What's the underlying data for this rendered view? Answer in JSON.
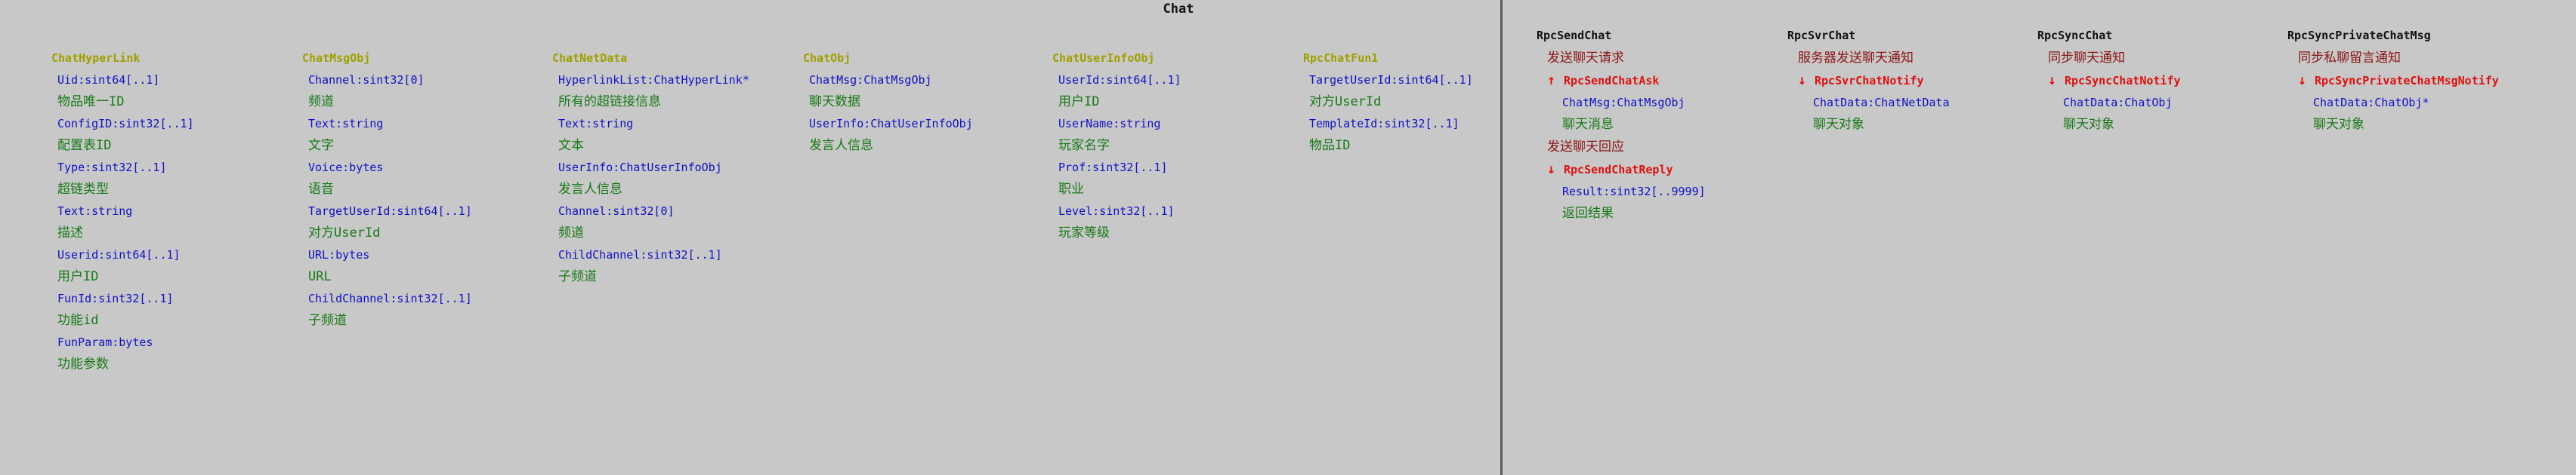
{
  "title": "Chat",
  "structs": [
    {
      "name": "ChatHyperLink",
      "fields": [
        {
          "type": "Uid:sint64[..1]",
          "desc": "物品唯一ID"
        },
        {
          "type": "ConfigID:sint32[..1]",
          "desc": "配置表ID"
        },
        {
          "type": "Type:sint32[..1]",
          "desc": "超链类型"
        },
        {
          "type": "Text:string",
          "desc": "描述"
        },
        {
          "type": "Userid:sint64[..1]",
          "desc": "用户ID"
        },
        {
          "type": "FunId:sint32[..1]",
          "desc": "功能id"
        },
        {
          "type": "FunParam:bytes",
          "desc": "功能参数"
        }
      ]
    },
    {
      "name": "ChatMsgObj",
      "fields": [
        {
          "type": "Channel:sint32[0]",
          "desc": "频道"
        },
        {
          "type": "Text:string",
          "desc": "文字"
        },
        {
          "type": "Voice:bytes",
          "desc": "语音"
        },
        {
          "type": "TargetUserId:sint64[..1]",
          "desc": "对方UserId"
        },
        {
          "type": "URL:bytes",
          "desc": "URL"
        },
        {
          "type": "ChildChannel:sint32[..1]",
          "desc": "子频道"
        }
      ]
    },
    {
      "name": "ChatNetData",
      "fields": [
        {
          "type": "HyperlinkList:ChatHyperLink*",
          "desc": "所有的超链接信息"
        },
        {
          "type": "Text:string",
          "desc": "文本"
        },
        {
          "type": "UserInfo:ChatUserInfoObj",
          "desc": "发言人信息"
        },
        {
          "type": "Channel:sint32[0]",
          "desc": "频道"
        },
        {
          "type": "ChildChannel:sint32[..1]",
          "desc": "子频道"
        }
      ]
    },
    {
      "name": "ChatObj",
      "fields": [
        {
          "type": "ChatMsg:ChatMsgObj",
          "desc": "聊天数据"
        },
        {
          "type": "UserInfo:ChatUserInfoObj",
          "desc": "发言人信息"
        }
      ]
    },
    {
      "name": "ChatUserInfoObj",
      "fields": [
        {
          "type": "UserId:sint64[..1]",
          "desc": "用户ID"
        },
        {
          "type": "UserName:string",
          "desc": "玩家名字"
        },
        {
          "type": "Prof:sint32[..1]",
          "desc": "职业"
        },
        {
          "type": "Level:sint32[..1]",
          "desc": "玩家等级"
        }
      ]
    },
    {
      "name": "RpcChatFun1",
      "fields": [
        {
          "type": "TargetUserId:sint64[..1]",
          "desc": "对方UserId"
        },
        {
          "type": "TemplateId:sint32[..1]",
          "desc": "物品ID"
        }
      ]
    }
  ],
  "rpcs": [
    {
      "name": "RpcSendChat",
      "items": [
        {
          "kind": "desc",
          "text": "发送聊天请求"
        },
        {
          "kind": "msg",
          "dir": "up",
          "text": "RpcSendChatAsk"
        },
        {
          "kind": "field",
          "type": "ChatMsg:ChatMsgObj",
          "desc": "聊天消息"
        },
        {
          "kind": "desc",
          "text": "发送聊天回应"
        },
        {
          "kind": "msg",
          "dir": "down",
          "text": "RpcSendChatReply"
        },
        {
          "kind": "field",
          "type": "Result:sint32[..9999]",
          "desc": "返回结果"
        }
      ]
    },
    {
      "name": "RpcSvrChat",
      "items": [
        {
          "kind": "desc",
          "text": "服务器发送聊天通知"
        },
        {
          "kind": "msg",
          "dir": "down",
          "text": "RpcSvrChatNotify"
        },
        {
          "kind": "field",
          "type": "ChatData:ChatNetData",
          "desc": "聊天对象"
        }
      ]
    },
    {
      "name": "RpcSyncChat",
      "items": [
        {
          "kind": "desc",
          "text": "同步聊天通知"
        },
        {
          "kind": "msg",
          "dir": "down",
          "text": "RpcSyncChatNotify"
        },
        {
          "kind": "field",
          "type": "ChatData:ChatObj",
          "desc": "聊天对象"
        }
      ]
    },
    {
      "name": "RpcSyncPrivateChatMsg",
      "items": [
        {
          "kind": "desc",
          "text": "同步私聊留言通知"
        },
        {
          "kind": "msg",
          "dir": "down",
          "text": "RpcSyncPrivateChatMsgNotify"
        },
        {
          "kind": "field",
          "type": "ChatData:ChatObj*",
          "desc": "聊天对象"
        }
      ]
    }
  ],
  "arrows": {
    "up": "↑",
    "down": "↓"
  },
  "colors": {
    "background": "#c8c8c8",
    "struct_title": "#a0a000",
    "type": "#1010c8",
    "desc": "#187a18",
    "rpc_desc": "#8b1515",
    "msg": "#e01010"
  }
}
